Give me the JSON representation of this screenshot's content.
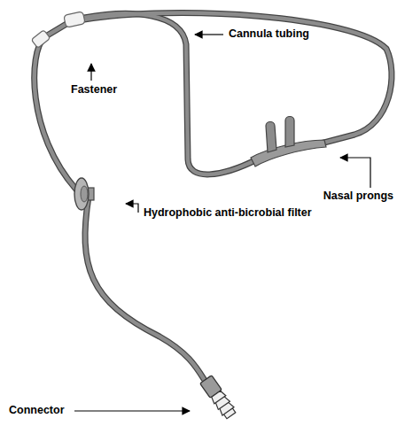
{
  "diagram": {
    "labels": [
      "Cannula tubing",
      "Fastener",
      "Nasal prongs",
      "Hydrophobic anti-bicrobial filter",
      "Connector"
    ]
  }
}
